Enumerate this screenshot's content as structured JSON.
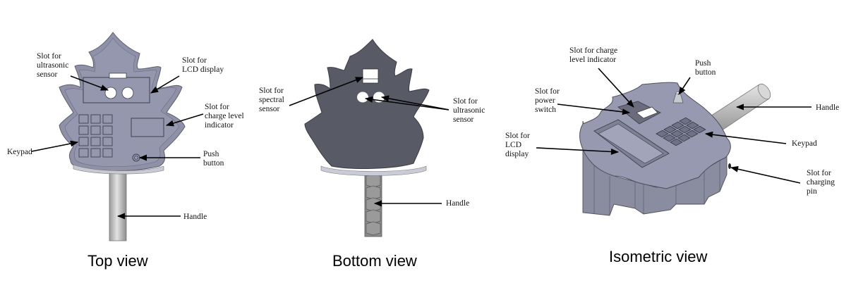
{
  "colors": {
    "body_light": "#8f92a8",
    "body_mid": "#7a7d92",
    "body_dark": "#585a66",
    "rim": "#c9cbd6",
    "handle": "#c8c8c8",
    "handle_dark": "#8a8a8a",
    "arrow": "#000000"
  },
  "top_view": {
    "caption": "Top view",
    "labels": {
      "ultrasonic": "Slot for\nultrasonic\nsensor",
      "lcd": "Slot for\nLCD display",
      "charge": "Slot for\ncharge level\nindicator",
      "keypad": "Keypad",
      "push": "Push\nbutton",
      "handle": "Handle"
    }
  },
  "bottom_view": {
    "caption": "Bottom view",
    "labels": {
      "spectral": "Slot for\nspectral\nsensor",
      "ultrasonic": "Slot for\nultrasonic\nsensor",
      "handle": "Handle"
    }
  },
  "iso_view": {
    "caption": "Isometric view",
    "labels": {
      "charge": "Slot for charge\nlevel indicator",
      "push": "Push\nbutton",
      "power": "Slot for\npower\nswitch",
      "handle": "Handle",
      "lcd": "Slot for\nLCD\ndisplay",
      "keypad": "Keypad",
      "charging": "Slot for\ncharging\npin"
    }
  }
}
